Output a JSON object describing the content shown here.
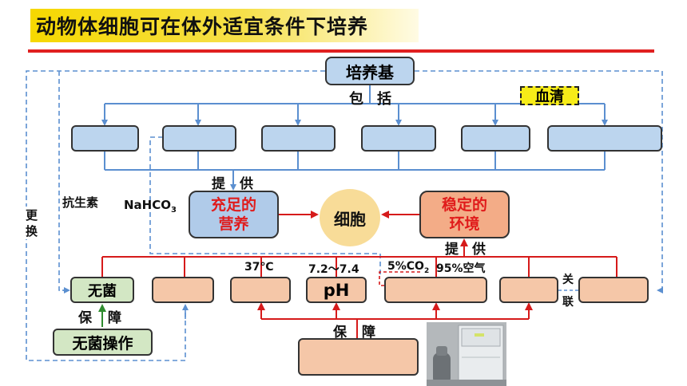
{
  "title": "动物体细胞可在体外适宜条件下培养",
  "medium_label": "培养基",
  "includes_label": [
    "包",
    "括"
  ],
  "serum_label": "血清",
  "provide_label_left": [
    "提",
    "供"
  ],
  "provide_label_right": [
    "提",
    "供"
  ],
  "nutrition_label": [
    "充足的",
    "营养"
  ],
  "cell_label": "细胞",
  "environment_label": [
    "稳定的",
    "环境"
  ],
  "antibiotic_label": "抗生素",
  "nahco3_label": "NaHCO",
  "nahco3_subscript": "3",
  "replace_label": [
    "更",
    "换"
  ],
  "sterile_label": "无菌",
  "guarantee_left_label": [
    "保",
    "障"
  ],
  "sterile_operation_label": "无菌操作",
  "temperature_label": "37℃",
  "ph_range_label": "7.2～7.4",
  "ph_label": "pH",
  "co2_label_prefix": "5%CO",
  "co2_subscript": "2",
  "air_label": "95%空气",
  "related_label": [
    "关",
    "联"
  ],
  "guarantee_bottom_label": [
    "保",
    "障"
  ]
}
